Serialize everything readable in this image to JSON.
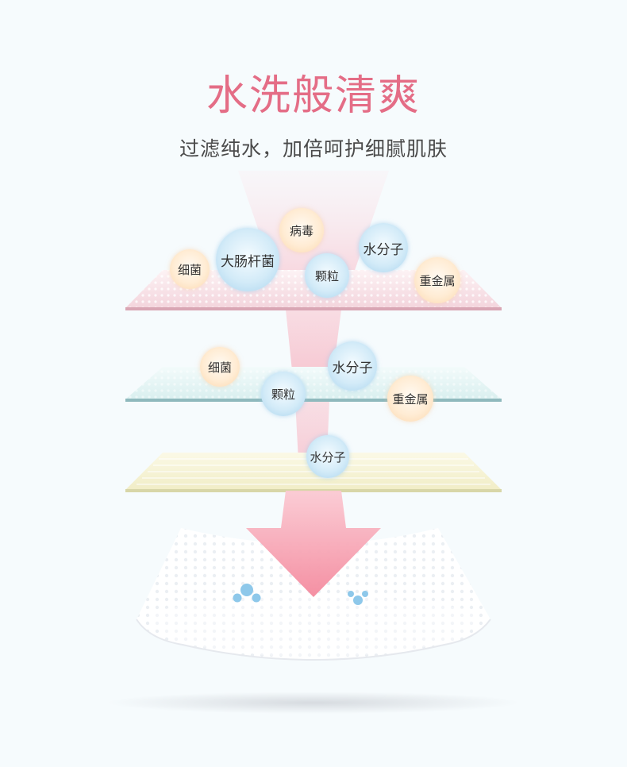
{
  "header": {
    "title": "水洗般清爽",
    "subtitle": "过滤纯水，加倍呵护细腻肌肤"
  },
  "layer1": {
    "bubbles": [
      "病毒",
      "大肠杆菌",
      "水分子",
      "细菌",
      "颗粒",
      "重金属"
    ]
  },
  "layer2": {
    "bubbles": [
      "细菌",
      "水分子",
      "颗粒",
      "重金属"
    ]
  },
  "layer3": {
    "bubbles": [
      "水分子"
    ]
  },
  "colors": {
    "title": "#e46d86",
    "layer1_edge": "#d9a6b4",
    "layer2_edge": "#8fb9bd",
    "layer3_edge": "#d8d6a8",
    "arrow": "#f7a3b2"
  }
}
